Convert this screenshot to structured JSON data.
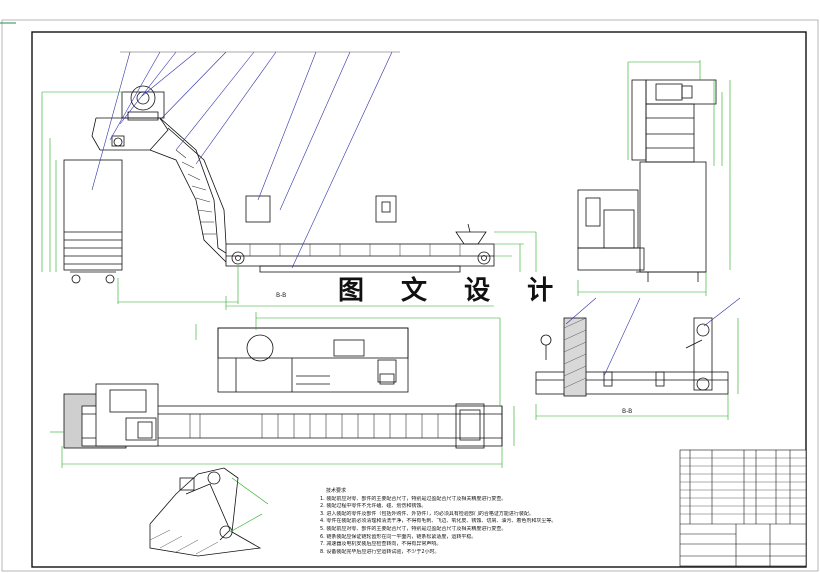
{
  "watermark": "图 文 设 计",
  "section_labels": {
    "front_view": "B-B",
    "side_section": "B-B"
  },
  "technical_notes": {
    "title": "技术要求",
    "items": [
      "1. 装配前应对零、部件的主要配合尺寸，特别是过盈配合尺寸及相关精度进行复查。",
      "2. 装配过程中零件不允许磕、碰、划伤和锈蚀。",
      "3. 进入装配的零件及部件（包括外购件、外协件），均必须具有检验部门的合格证方能进行装配。",
      "4. 零件在装配前必须清理和清洗干净，不得有毛刺、飞边、氧化皮、锈蚀、切屑、油污、着色剂和灰尘等。",
      "5. 装配前应对零、部件的主要配合尺寸，特别是过盈配合尺寸及相关精度进行复查。",
      "6. 链条装配应保证链轮齿形在同一平面内，链条松紧适度，运转平稳。",
      "7. 减速器及电机安装后应检查转向，不得有异常声响。",
      "8. 设备装配完毕后应进行空运转试验，不少于2小时。"
    ]
  },
  "colors": {
    "line": "#111111",
    "dimension": "#22aa22",
    "leader": "#3333aa",
    "hatch": "#555555"
  }
}
